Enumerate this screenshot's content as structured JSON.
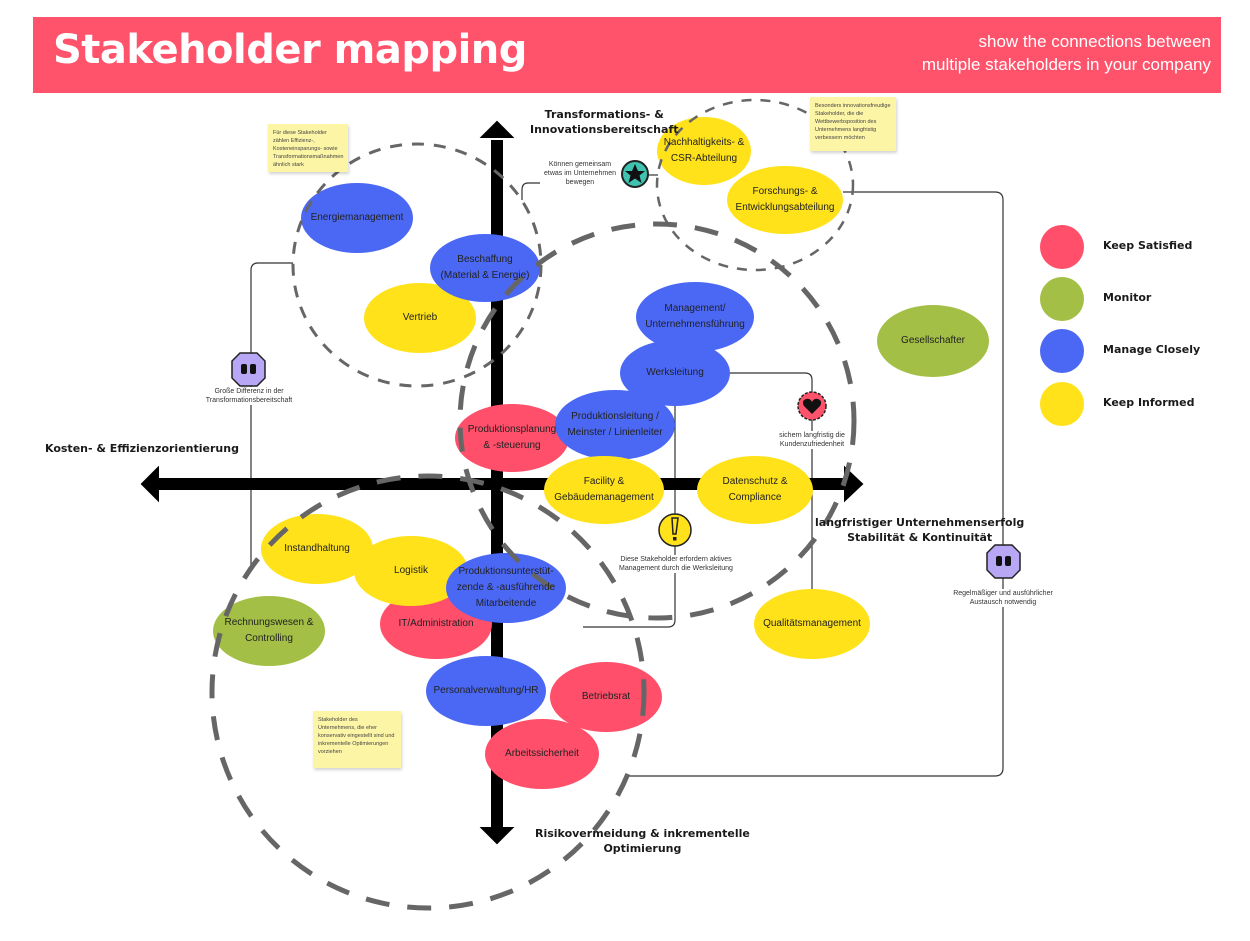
{
  "header": {
    "title": "Stakeholder mapping",
    "subtitle_line1": "show the connections between",
    "subtitle_line2": "multiple stakeholders in your company",
    "color": "#ff526b"
  },
  "axes": {
    "top": [
      "Transformations- &",
      "Innovationsbereitschaft"
    ],
    "bottom": [
      "Risikovermeidung & inkrementelle",
      "Optimierung"
    ],
    "left": "Kosten- & Effizienzorientierung",
    "right": [
      "langfristiger Unternehmenserfolg",
      "Stabilität & Kontinuität"
    ]
  },
  "legend": [
    {
      "label": "Keep Satisfied",
      "color": "#ff4f6a"
    },
    {
      "label": "Monitor",
      "color": "#a3bf45"
    },
    {
      "label": "Manage Closely",
      "color": "#4b68f5"
    },
    {
      "label": "Keep Informed",
      "color": "#ffe21a"
    }
  ],
  "stakeholders": [
    {
      "lines": [
        "Energiemanagement"
      ],
      "category": "Manage Closely"
    },
    {
      "lines": [
        "Vertrieb"
      ],
      "category": "Keep Informed"
    },
    {
      "lines": [
        "Beschaffung",
        "(Material & Energie)"
      ],
      "category": "Manage Closely"
    },
    {
      "lines": [
        "Nachhaltigkeits- &",
        "CSR-Abteilung"
      ],
      "category": "Keep Informed"
    },
    {
      "lines": [
        "Forschungs- &",
        "Entwicklungsabteilung"
      ],
      "category": "Keep Informed"
    },
    {
      "lines": [
        "Management/",
        "Unternehmensführung"
      ],
      "category": "Manage Closely"
    },
    {
      "lines": [
        "Werksleitung"
      ],
      "category": "Manage Closely"
    },
    {
      "lines": [
        "Gesellschafter"
      ],
      "category": "Monitor"
    },
    {
      "lines": [
        "Produktionsplanung",
        "& -steuerung"
      ],
      "category": "Keep Satisfied"
    },
    {
      "lines": [
        "Produktionsleitung /",
        "Meinster / Linienleiter"
      ],
      "category": "Manage Closely"
    },
    {
      "lines": [
        "Facility &",
        "Gebäudemanagement"
      ],
      "category": "Keep Informed"
    },
    {
      "lines": [
        "Datenschutz &",
        "Compliance"
      ],
      "category": "Keep Informed"
    },
    {
      "lines": [
        "Instandhaltung"
      ],
      "category": "Keep Informed"
    },
    {
      "lines": [
        "IT/Administration"
      ],
      "category": "Keep Satisfied"
    },
    {
      "lines": [
        "Logistik"
      ],
      "category": "Keep Informed"
    },
    {
      "lines": [
        "Produktionsunterstüt-",
        "zende & -ausführende",
        "Mitarbeitende"
      ],
      "category": "Manage Closely"
    },
    {
      "lines": [
        "Rechnungswesen &",
        "Controlling"
      ],
      "category": "Monitor"
    },
    {
      "lines": [
        "Qualitätsmanagement"
      ],
      "category": "Keep Informed"
    },
    {
      "lines": [
        "Personalverwaltung/HR"
      ],
      "category": "Manage Closely"
    },
    {
      "lines": [
        "Betriebsrat"
      ],
      "category": "Keep Satisfied"
    },
    {
      "lines": [
        "Arbeitssicherheit"
      ],
      "category": "Keep Satisfied"
    }
  ],
  "annotations": [
    {
      "icon": "star-icon",
      "lines": [
        "Können gemeinsam",
        "etwas im Unternehmen",
        "bewegen"
      ]
    },
    {
      "icon": "hands-icon",
      "lines": [
        "Große Differenz in der",
        "Transformationsbereitschaft"
      ]
    },
    {
      "icon": "heart-icon",
      "lines": [
        "sichern langfristig die",
        "Kundenzufriedenheit"
      ]
    },
    {
      "icon": "exclamation-icon",
      "lines": [
        "Diese Stakeholder erfordern aktives",
        "Management durch die Werksleitung"
      ]
    },
    {
      "icon": "hands-icon",
      "lines": [
        "Regelmäßiger und ausführlicher",
        "Austausch notwendig"
      ]
    }
  ],
  "notes": [
    {
      "text": "Für diese Stakeholder zählen Effizienz-, Kosteneinsparungs- sowie Transformationsmaßnahmen ähnlich stark"
    },
    {
      "text": "Besonders innovationsfreudige Stakeholder, die die Wettbewerbsposition des Unternehmens langfristig verbessern möchten"
    },
    {
      "text": "Stakeholder des Unternehmens, die eher konservativ eingestellt sind und inkrementelle Optimierungen vorziehen"
    }
  ]
}
